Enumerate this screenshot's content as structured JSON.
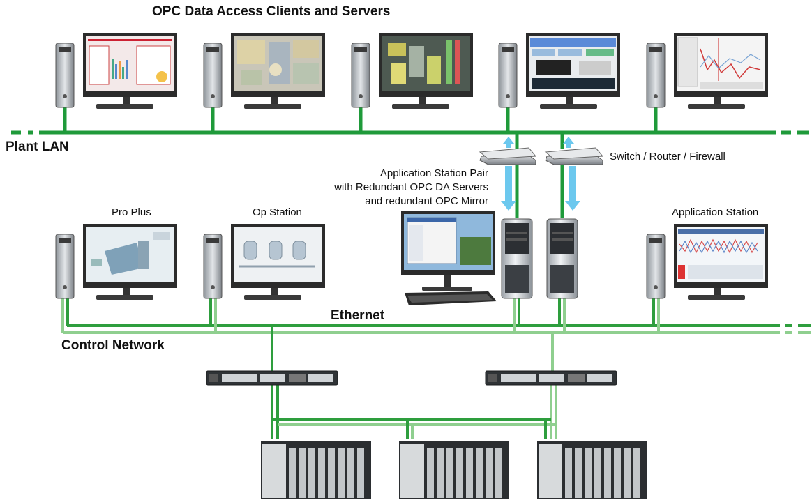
{
  "title": "OPC Data Access Clients and Servers",
  "labels": {
    "plant_lan": "Plant LAN",
    "ethernet": "Ethernet",
    "control_network": "Control Network",
    "switch_router_firewall": "Switch / Router / Firewall",
    "app_station_pair": [
      "Application Station Pair",
      "with Redundant OPC DA Servers",
      "and redundant OPC Mirror"
    ],
    "pro_plus": "Pro Plus",
    "op_station": "Op Station",
    "application_station": "Application Station"
  },
  "colors": {
    "plant_lan_green": "#1f9a3a",
    "control_dark_green": "#2e9e3e",
    "control_light_green": "#8fcf8f",
    "arrow_blue": "#6cc8ee",
    "tower": "#b9bdc2",
    "monitor_bezel": "#2b2b2b"
  }
}
